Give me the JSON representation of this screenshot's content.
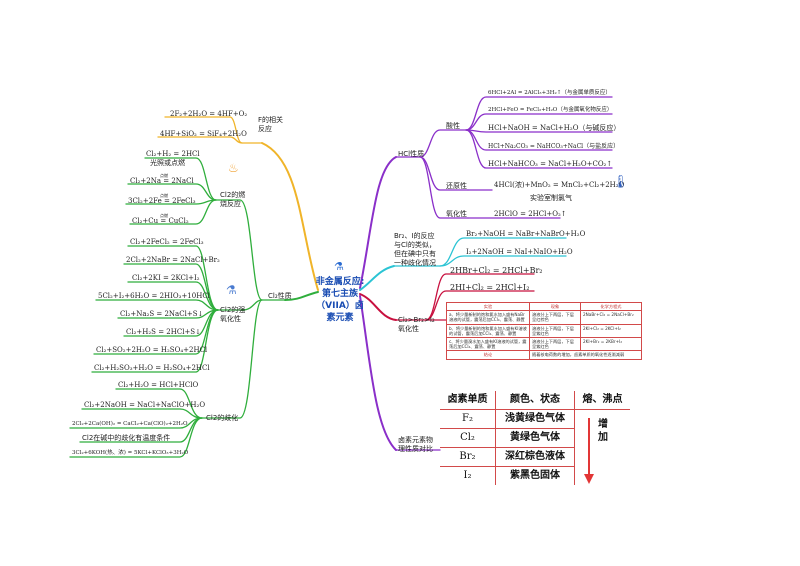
{
  "center": {
    "title": "非金属反应: 第七主族（VIIA）卤素元素"
  },
  "colors": {
    "yellow": "#f0b429",
    "green": "#2fae3c",
    "purple": "#8a2fc9",
    "cyan": "#2bc4d4",
    "crimson": "#c8103f",
    "table_border": "#d24a4a",
    "arrow_red": "#e23636"
  },
  "left": {
    "f": {
      "label": "F的相关反应",
      "eqs": [
        "2F₂+2H₂O = 4HF+O₂",
        "4HF+SiO₂ = SiF₄+2H₂O"
      ]
    },
    "cl2": {
      "label": "Cl₂性质",
      "burn": {
        "label": "Cl2的燃烧反应",
        "icon": "flame-icon",
        "items": [
          "Cl₂+H₂ = 2HCl",
          "光照或点燃",
          "Cl₂+2Na = 2NaCl",
          "点燃",
          "3Cl₂+2Fe = 2FeCl₃",
          "点燃",
          "Cl₂+Cu = CuCl₂",
          "点燃"
        ]
      },
      "strong": {
        "label": "Cl2的强氧化性",
        "icon": "flask-icon",
        "items": [
          "Cl₂+2FeCl₂ = 2FeCl₃",
          "2Cl₂+2NaBr = 2NaCl+Br₂",
          "Cl₂+2KI = 2KCl+I₂",
          "5Cl₂+I₂+6H₂O = 2HIO₃+10HCl",
          "Cl₂+Na₂S = 2NaCl+S↓",
          "Cl₂+H₂S = 2HCl+S↓",
          "Cl₂+SO₂+2H₂O = H₂SO₄+2HCl",
          "Cl₂+H₂SO₃+H₂O = H₂SO₄+2HCl"
        ]
      },
      "disp": {
        "label": "Cl2的歧化",
        "items": [
          "Cl₂+H₂O = HCl+HClO",
          "Cl₂+2NaOH = NaCl+NaClO+H₂O",
          "2Cl₂+2Ca(OH)₂ = CaCl₂+Ca(ClO)₂+2H₂O",
          "Cl2在碱中的歧化有温度条件",
          "3Cl₂+6KOH(热、浓) = 5KCl+KClO₃+3H₂O"
        ]
      }
    }
  },
  "right": {
    "hcl": {
      "label": "HCl性质",
      "acid": {
        "label": "酸性",
        "items": [
          "6HCl+2Al = 2AlCl₃+3H₂↑（与金属单质反应）",
          "2HCl+FeO = FeCl₂+H₂O（与金属氧化物反应）",
          "HCl+NaOH = NaCl+H₂O（与碱反应）",
          "HCl+Na₂CO₃ = NaHCO₃+NaCl（与盐反应）",
          "HCl+NaHCO₃ = NaCl+H₂O+CO₂↑"
        ]
      },
      "reduc": {
        "label": "还原性",
        "items": [
          "4HCl(浓)+MnO₂ = MnCl₂+Cl₂+2H₂O",
          "实验室制氯气"
        ],
        "icon": "thermometer-icon"
      },
      "oxid": {
        "label": "氧化性",
        "items": [
          "2HClO = 2HCl+O₂↑"
        ]
      }
    },
    "brI": {
      "label": "Br₂、I的反应与Cl的类似，但在碘中只有一种歧化情况",
      "items": [
        "Br₂+NaOH = NaBr+NaBrO+H₂O",
        "I₂+2NaOH = NaI+NaIO+H₂O"
      ]
    },
    "order": {
      "label": "Cl₂>Br₂>I₂氧化性",
      "items": [
        "2HBr+Cl₂ = 2HCl+Br₂",
        "2HI+Cl₂ = 2HCl+I₂"
      ],
      "table": {
        "header": [
          "实验",
          "现象",
          "化学方程式"
        ],
        "rows": [
          [
            "a、将少量新制的饱和氯水加入盛有NaBr溶液的试管，震荡后加CCl₄、震荡、静置",
            "溶液分上下两层，下层呈红棕色",
            "2NaBr+Cl₂ = 2NaCl+Br₂"
          ],
          [
            "b、将少量新制的饱和氯水加入盛有KI溶液的试管，震荡后加CCl₄、震荡、静置",
            "溶液分上下两层，下层呈紫红色",
            "2KI+Cl₂ = 2KCl+I₂"
          ],
          [
            "c、将少量溴水加入盛有KI溶液的试管，震荡后加CCl₄、震荡、静置",
            "溶液分上下两层，下层呈紫红色",
            "2KI+Br₂ = 2KBr+I₂"
          ]
        ],
        "footer": [
          "结论",
          "随着核电荷数的增加，卤素单质的氧化性逐渐减弱"
        ]
      }
    },
    "physical": {
      "label": "卤素元素物理性质对比",
      "header": [
        "卤素单质",
        "颜色、状态",
        "熔、沸点"
      ],
      "rows": [
        [
          "F₂",
          "浅黄绿色气体"
        ],
        [
          "Cl₂",
          "黄绿色气体"
        ],
        [
          "Br₂",
          "深红棕色液体"
        ],
        [
          "I₂",
          "紫黑色固体"
        ]
      ],
      "trend": "增加"
    }
  }
}
